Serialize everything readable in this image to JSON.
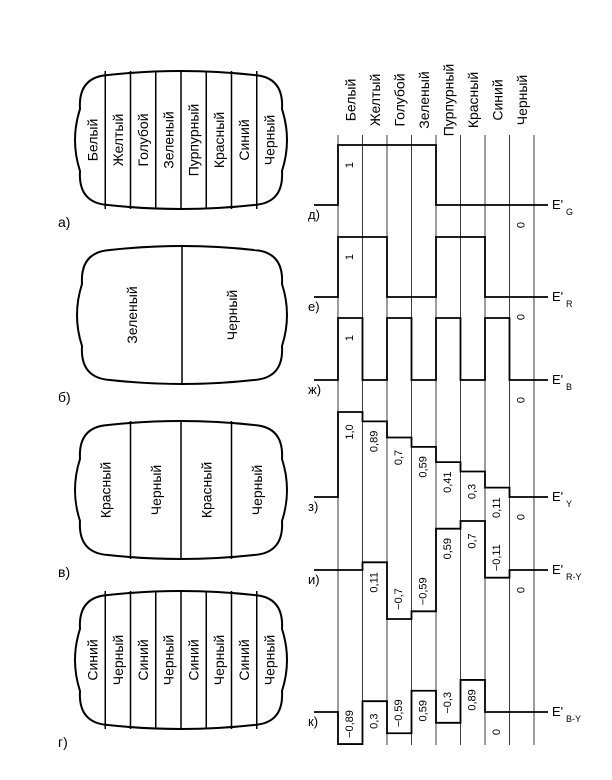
{
  "screens": [
    {
      "id": "a",
      "caption": "а)",
      "bars": [
        "Белый",
        "Желтый",
        "Голубой",
        "Зеленый",
        "Пурпурный",
        "Красный",
        "Синий",
        "Черный"
      ]
    },
    {
      "id": "b",
      "caption": "б)",
      "bars": [
        "Зеленый",
        "Черный"
      ]
    },
    {
      "id": "v",
      "caption": "в)",
      "bars": [
        "Красный",
        "Черный",
        "Красный",
        "Черный"
      ]
    },
    {
      "id": "g",
      "caption": "г)",
      "bars": [
        "Синий",
        "Черный",
        "Синий",
        "Черный",
        "Синий",
        "Черный",
        "Синий",
        "Черный"
      ]
    }
  ],
  "header_colors": [
    "Белый",
    "Желтый",
    "Голубой",
    "Зеленый",
    "Пурпурный",
    "Красный",
    "Синий",
    "Черный"
  ],
  "signals": [
    {
      "id": "d",
      "label": "д)",
      "name": "E'",
      "sub": "G",
      "values": [
        1,
        1,
        1,
        1,
        0,
        0,
        0,
        0
      ],
      "level_labels": [
        "1",
        "",
        "",
        "",
        "",
        "",
        "",
        "0"
      ]
    },
    {
      "id": "e",
      "label": "е)",
      "name": "E'",
      "sub": "R",
      "values": [
        1,
        1,
        0,
        0,
        1,
        1,
        0,
        0
      ],
      "level_labels": [
        "1",
        "",
        "",
        "",
        "",
        "",
        "",
        "0"
      ]
    },
    {
      "id": "zh",
      "label": "ж)",
      "name": "E'",
      "sub": "B",
      "values": [
        1,
        0,
        1,
        0,
        1,
        0,
        1,
        0
      ],
      "level_labels": [
        "1",
        "",
        "",
        "",
        "",
        "",
        "",
        "0"
      ]
    },
    {
      "id": "z",
      "label": "з)",
      "name": "E'",
      "sub": "Y",
      "values": [
        1,
        0.89,
        0.7,
        0.59,
        0.41,
        0.3,
        0.11,
        0
      ],
      "level_labels": [
        "1,0",
        "0,89",
        "0,7",
        "0,59",
        "0,41",
        "0,3",
        "0,11",
        "0"
      ]
    },
    {
      "id": "i",
      "label": "и)",
      "name": "E'",
      "sub": "R-Y",
      "values": [
        0,
        0.11,
        -0.7,
        -0.59,
        0.59,
        0.7,
        -0.11,
        0
      ],
      "level_labels": [
        "",
        "0,11",
        "−0,7",
        "−0,59",
        "0,59",
        "0,7",
        "−0,11",
        "0"
      ]
    },
    {
      "id": "k",
      "label": "к)",
      "name": "E'",
      "sub": "B-Y",
      "values": [
        -0.89,
        0.3,
        -0.59,
        0.59,
        -0.3,
        0.89,
        0,
        0
      ],
      "level_labels": [
        "−0,89",
        "0,3",
        "−0,59",
        "0,59",
        "−0,3",
        "0,89",
        "0",
        ""
      ]
    }
  ]
}
